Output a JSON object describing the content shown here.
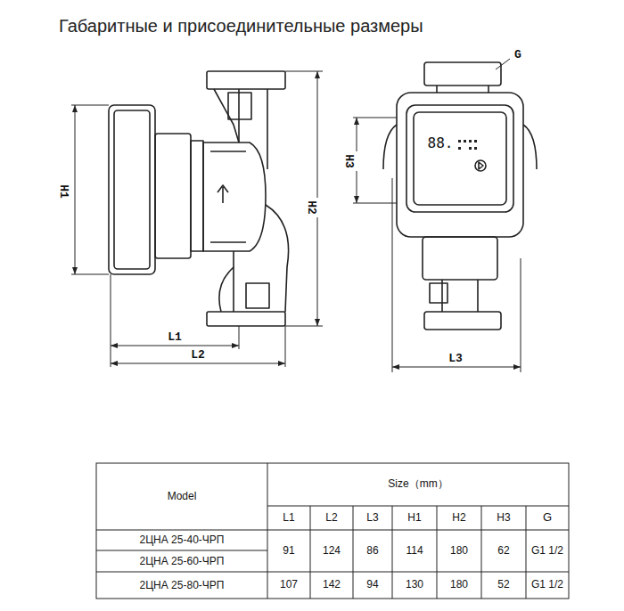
{
  "diagram": {
    "title": "Габаритные и присоединительные размеры",
    "labels": [
      "88.",
      "H1",
      "H2",
      "L1",
      "L2",
      "G",
      "H3",
      "L3",
      "Model",
      "Size（mm）",
      "L1",
      "L2",
      "L3",
      "H1",
      "H2",
      "H3",
      "G",
      "2ЦНА 25-40-ЧРП",
      "2ЦНА 25-60-ЧРП",
      "2ЦНА 25-80-ЧРП",
      "91",
      "124",
      "86",
      "114",
      "180",
      "62",
      "G1 1/2",
      "107",
      "142",
      "94",
      "130",
      "180",
      "52",
      "G1 1/2"
    ]
  }
}
